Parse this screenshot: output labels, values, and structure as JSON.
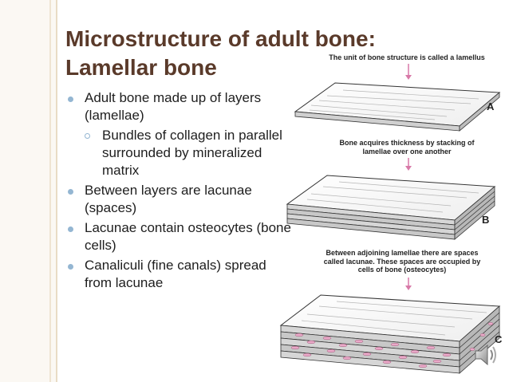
{
  "slide": {
    "title_line1": "Microstructure of adult bone:",
    "title_line2": "Lamellar bone"
  },
  "bullets": [
    {
      "level": 1,
      "text": "Adult bone made up of layers (lamellae)"
    },
    {
      "level": 2,
      "text": "Bundles of collagen in parallel surrounded by mineralized matrix"
    },
    {
      "level": 1,
      "text": "Between layers are lacunae (spaces)"
    },
    {
      "level": 1,
      "text": "Lacunae contain osteocytes (bone cells)"
    },
    {
      "level": 1,
      "text": "Canaliculi (fine canals) spread from lacunae"
    }
  ],
  "figure": {
    "caption_a": "The unit of bone structure is called a lamellus",
    "caption_b_line1": "Bone acquires thickness by stacking of",
    "caption_b_line2": "lamellae over one another",
    "caption_c_line1": "Between adjoining lamellae there are spaces",
    "caption_c_line2": "called lacunae. These spaces are occupied by",
    "caption_c_line3": "cells of bone (osteocytes)",
    "label_a": "A",
    "label_b": "B",
    "label_c": "C"
  },
  "colors": {
    "title": "#5a3a2a",
    "bullet": "#94b6d2",
    "arrow": "#d879a8",
    "lacuna": "#e9a9c8"
  },
  "icons": {
    "audio": "speaker-icon"
  }
}
